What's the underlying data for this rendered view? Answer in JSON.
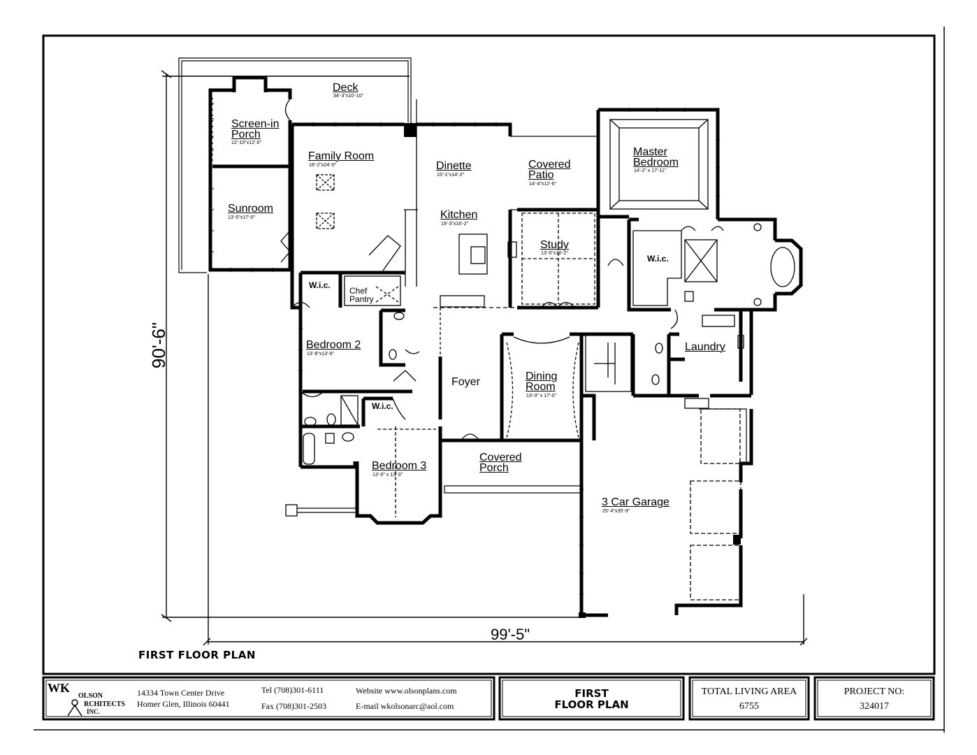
{
  "plan": {
    "caption": "FIRST FLOOR PLAN",
    "overall_width": "99'-5\"",
    "overall_depth": "90'-6\"",
    "rooms": [
      {
        "name": "Deck",
        "dims": "34'-3\"x10'-10\""
      },
      {
        "name": "Screen-in Porch",
        "dims": "12'-10\"x12'-0\""
      },
      {
        "name": "Family Room",
        "dims": "18'-2\"x24'-0\""
      },
      {
        "name": "Dinette",
        "dims": "15'-1\"x14'-2\""
      },
      {
        "name": "Covered Patio",
        "dims": "14'-4\"x12'-6\""
      },
      {
        "name": "Master Bedroom",
        "dims": "14'-2\" x 17'-11\""
      },
      {
        "name": "Sunroom",
        "dims": "13'-0\"x17'-0\""
      },
      {
        "name": "Kitchen",
        "dims": "19'-3\"x16'-2\""
      },
      {
        "name": "Study",
        "dims": "13'-0\"x16'-2\""
      },
      {
        "name": "W.i.c.",
        "dims": ""
      },
      {
        "name": "W.i.c.",
        "dims": ""
      },
      {
        "name": "Chef Pantry",
        "dims": ""
      },
      {
        "name": "Bedroom 2",
        "dims": "13'-8\"x13'-6\""
      },
      {
        "name": "Laundry",
        "dims": ""
      },
      {
        "name": "Foyer",
        "dims": ""
      },
      {
        "name": "Dining Room",
        "dims": "13'-0\" x 17'-0\""
      },
      {
        "name": "W.i.c.",
        "dims": ""
      },
      {
        "name": "Bedroom 3",
        "dims": "13'-0\" x 13'-3\""
      },
      {
        "name": "Covered Porch",
        "dims": ""
      },
      {
        "name": "3 Car Garage",
        "dims": "25'-4\"x35'-9\""
      }
    ]
  },
  "title_block": {
    "logo": {
      "mark": "WK",
      "line1": "OLSON",
      "line2": "RCHITECTS",
      "line3": "INC."
    },
    "address_line1": "14334 Town Center Drive",
    "address_line2": "Homer Glen, Illinois 60441",
    "tel": "Tel (708)301-6111",
    "fax": "Fax (708)301-2503",
    "website": "Website www.olsonplans.com",
    "email": "E-mail wkolsonarc@aol.com",
    "sheet_title_line1": "FIRST",
    "sheet_title_line2": "FLOOR PLAN",
    "area_label": "TOTAL LIVING AREA",
    "area_value": "6755",
    "project_label": "PROJECT NO:",
    "project_value": "324017"
  }
}
